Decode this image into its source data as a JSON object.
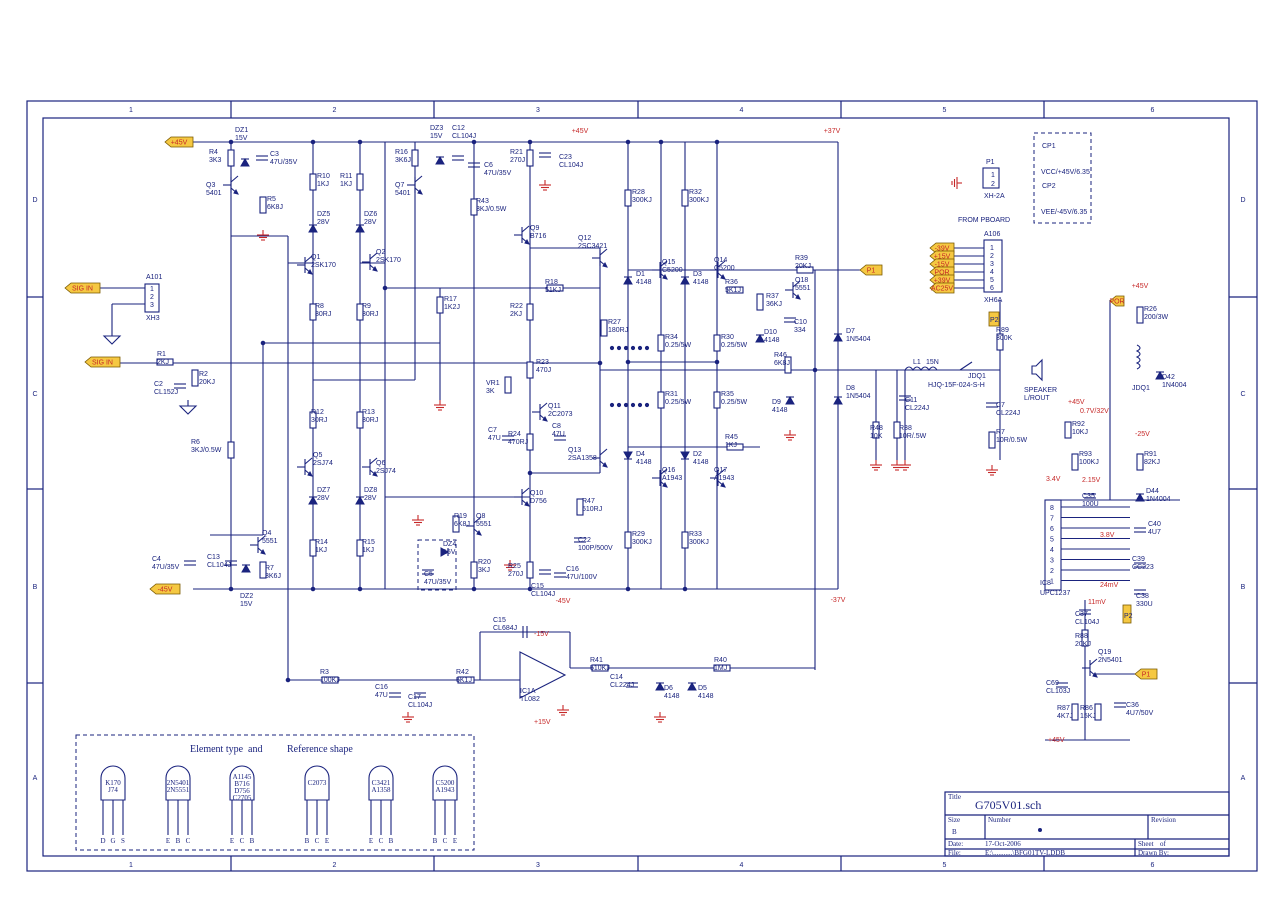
{
  "frame": {
    "columns": [
      "1",
      "2",
      "3",
      "4",
      "5",
      "6"
    ],
    "rows": [
      "D",
      "C",
      "B",
      "A"
    ]
  },
  "ports": {
    "vplus_top_left": "+45V",
    "vminus_bottom_left": "-45V",
    "sig_in_1": "SIG IN",
    "sig_in_2": "SIG IN",
    "p1_out": "P1",
    "p1_right": "P1",
    "por": "POR",
    "p2": "P2"
  },
  "rails": {
    "plus45_q9": "+45V",
    "plus37": "+37V",
    "minus37": "-37V",
    "minus45_q10": "-45V",
    "plus15": "+15V",
    "minus15": "-15V",
    "plus45_right": "+45V",
    "minus25": "-25V",
    "plus45_bottom": "+45V",
    "plus45_r26": "+45V"
  },
  "connectors": {
    "a101": {
      "ref": "A101",
      "pins": [
        "1",
        "2",
        "3"
      ],
      "part": "XH3"
    },
    "p1": {
      "ref": "P1",
      "pins": [
        "1",
        "2"
      ],
      "part": "XH-2A"
    },
    "a106": {
      "ref": "A106",
      "pins": [
        "1",
        "2",
        "3",
        "4",
        "5",
        "6"
      ],
      "part": "XH6A",
      "signals": [
        "-39V",
        "+15V",
        "-15V",
        "POR",
        "+39V",
        "AC25V"
      ]
    },
    "from_board": "FROM PBOARD",
    "cp1": {
      "ref": "CP1",
      "label": "VCC/+45V/6.35"
    },
    "cp2": {
      "ref": "CP2",
      "label": "VEE/-45V/6.35"
    },
    "p2_tag": "P2"
  },
  "components": [
    {
      "ref": "R4",
      "value": "3K3"
    },
    {
      "ref": "DZ1",
      "value": "15V"
    },
    {
      "ref": "C3",
      "value": "47U/35V"
    },
    {
      "ref": "Q3",
      "value": "5401"
    },
    {
      "ref": "R5",
      "value": "6K8J"
    },
    {
      "ref": "R10",
      "value": "1KJ"
    },
    {
      "ref": "R11",
      "value": "1KJ"
    },
    {
      "ref": "DZ5",
      "value": "28V"
    },
    {
      "ref": "DZ6",
      "value": "28V"
    },
    {
      "ref": "Q1",
      "value": "2SK170"
    },
    {
      "ref": "Q2",
      "value": "2SK170"
    },
    {
      "ref": "R8",
      "value": "30RJ"
    },
    {
      "ref": "R9",
      "value": "30RJ"
    },
    {
      "ref": "R16",
      "value": "3K6J"
    },
    {
      "ref": "DZ3",
      "value": "15V"
    },
    {
      "ref": "C12",
      "value": "CL104J"
    },
    {
      "ref": "C6",
      "value": "47U/35V"
    },
    {
      "ref": "Q7",
      "value": "5401"
    },
    {
      "ref": "R43",
      "value": "3KJ/0.5W"
    },
    {
      "ref": "R17",
      "value": "1K2J"
    },
    {
      "ref": "R21",
      "value": "270J"
    },
    {
      "ref": "C23",
      "value": "CL104J"
    },
    {
      "ref": "Q9",
      "value": "B716"
    },
    {
      "ref": "Q12",
      "value": "2SC3421"
    },
    {
      "ref": "R18",
      "value": "51KJ"
    },
    {
      "ref": "R22",
      "value": "2KJ"
    },
    {
      "ref": "R23",
      "value": "470J"
    },
    {
      "ref": "VR1",
      "value": "3K"
    },
    {
      "ref": "Q11",
      "value": "2C2073"
    },
    {
      "ref": "C7",
      "value": "47U"
    },
    {
      "ref": "R24",
      "value": "470RJ"
    },
    {
      "ref": "C8",
      "value": "47U"
    },
    {
      "ref": "Q13",
      "value": "2SA1358"
    },
    {
      "ref": "Q10",
      "value": "D756"
    },
    {
      "ref": "R47",
      "value": "510RJ"
    },
    {
      "ref": "C22",
      "value": "100P/500V"
    },
    {
      "ref": "R25",
      "value": "270J"
    },
    {
      "ref": "C15",
      "value": "CL104J"
    },
    {
      "ref": "C16",
      "value": "47U/100V"
    },
    {
      "ref": "R28",
      "value": "300KJ"
    },
    {
      "ref": "R32",
      "value": "300KJ"
    },
    {
      "ref": "Q15",
      "value": "C5200"
    },
    {
      "ref": "Q14",
      "value": "C5200"
    },
    {
      "ref": "D1",
      "value": "4148"
    },
    {
      "ref": "D3",
      "value": "4148"
    },
    {
      "ref": "R27",
      "value": "180RJ"
    },
    {
      "ref": "R34",
      "value": "0.25/5W"
    },
    {
      "ref": "R30",
      "value": "0.25/5W"
    },
    {
      "ref": "R31",
      "value": "0.25/5W"
    },
    {
      "ref": "R35",
      "value": "0.25/5W"
    },
    {
      "ref": "D4",
      "value": "4148"
    },
    {
      "ref": "D2",
      "value": "4148"
    },
    {
      "ref": "Q16",
      "value": "A1943"
    },
    {
      "ref": "Q17",
      "value": "A1943"
    },
    {
      "ref": "R29",
      "value": "300KJ"
    },
    {
      "ref": "R33",
      "value": "300KJ"
    },
    {
      "ref": "R39",
      "value": "20KJ"
    },
    {
      "ref": "R36",
      "value": "5K1J"
    },
    {
      "ref": "R37",
      "value": "36KJ"
    },
    {
      "ref": "Q18",
      "value": "5551"
    },
    {
      "ref": "C10",
      "value": "334"
    },
    {
      "ref": "D10",
      "value": "4148"
    },
    {
      "ref": "R46",
      "value": "6K8J"
    },
    {
      "ref": "D9",
      "value": "4148"
    },
    {
      "ref": "R45",
      "value": "1KJ"
    },
    {
      "ref": "D7",
      "value": "1N5404"
    },
    {
      "ref": "D8",
      "value": "1N5404"
    },
    {
      "ref": "L1",
      "value": "15N"
    },
    {
      "ref": "C11",
      "value": "CL224J"
    },
    {
      "ref": "R48",
      "value": "10K"
    },
    {
      "ref": "R38",
      "value": "10R/.5W"
    },
    {
      "ref": "JDQ1",
      "value": "HJQ-15F-024-S-H"
    },
    {
      "ref": "R89",
      "value": "300K"
    },
    {
      "ref": "C7",
      "value": "CL224J"
    },
    {
      "ref": "R7",
      "value": "10R/0.5W"
    },
    {
      "ref": "SPEAKER",
      "value": "L/ROUT"
    },
    {
      "ref": "R1",
      "value": "2KJ"
    },
    {
      "ref": "R2",
      "value": "20KJ"
    },
    {
      "ref": "C2",
      "value": "CL152J"
    },
    {
      "ref": "R6",
      "value": "3KJ/0.5W"
    },
    {
      "ref": "R12",
      "value": "30RJ"
    },
    {
      "ref": "R13",
      "value": "30RJ"
    },
    {
      "ref": "Q5",
      "value": "2SJ74"
    },
    {
      "ref": "Q6",
      "value": "2SJ74"
    },
    {
      "ref": "DZ7",
      "value": "28V"
    },
    {
      "ref": "DZ8",
      "value": "28V"
    },
    {
      "ref": "R14",
      "value": "1KJ"
    },
    {
      "ref": "R15",
      "value": "1KJ"
    },
    {
      "ref": "R19",
      "value": "6K8J"
    },
    {
      "ref": "Q8",
      "value": "5551"
    },
    {
      "ref": "DZ4",
      "value": "15V"
    },
    {
      "ref": "C5",
      "value": "47U/35V"
    },
    {
      "ref": "R20",
      "value": "3KJ"
    },
    {
      "ref": "Q4",
      "value": "5551"
    },
    {
      "ref": "C4",
      "value": "47U/35V"
    },
    {
      "ref": "C13",
      "value": "CL104J"
    },
    {
      "ref": "R7",
      "value": "3K6J"
    },
    {
      "ref": "DZ2",
      "value": "15V"
    },
    {
      "ref": "C15",
      "value": "CL684J"
    },
    {
      "ref": "IC1A",
      "value": "TL082"
    },
    {
      "ref": "R3",
      "value": "100KJ"
    },
    {
      "ref": "R42",
      "value": "5K1J"
    },
    {
      "ref": "C16",
      "value": "47U"
    },
    {
      "ref": "C17",
      "value": "CL104J"
    },
    {
      "ref": "R41",
      "value": "510KJ"
    },
    {
      "ref": "C14",
      "value": "CL224J"
    },
    {
      "ref": "D6",
      "value": "4148"
    },
    {
      "ref": "D5",
      "value": "4148"
    },
    {
      "ref": "R40",
      "value": "1MJ"
    },
    {
      "ref": "R26",
      "value": "200/3W"
    },
    {
      "ref": "D42",
      "value": "1N4004"
    },
    {
      "ref": "JDQ1",
      "value": ""
    },
    {
      "ref": "R92",
      "value": "10KJ"
    },
    {
      "ref": "R93",
      "value": "100KJ"
    },
    {
      "ref": "C35",
      "value": "100U"
    },
    {
      "ref": "R91",
      "value": "82KJ"
    },
    {
      "ref": "D44",
      "value": "1N4004"
    },
    {
      "ref": "C40",
      "value": "4U7"
    },
    {
      "ref": "C39",
      "value": "CC223"
    },
    {
      "ref": "C38",
      "value": "330U"
    },
    {
      "ref": "IC8",
      "value": "UPC1237"
    },
    {
      "ref": "C37",
      "value": "CL104J"
    },
    {
      "ref": "R88",
      "value": "20KJ"
    },
    {
      "ref": "Q19",
      "value": "2N5401"
    },
    {
      "ref": "C69",
      "value": "CL103J"
    },
    {
      "ref": "R87",
      "value": "4K7J"
    },
    {
      "ref": "R86",
      "value": "15KJ"
    },
    {
      "ref": "C36",
      "value": "4U7/50V"
    }
  ],
  "measurements": {
    "v_0_7": "0.7V/32V",
    "v_2_15": "2.15V",
    "v_3_4": "3.4V",
    "v_3_8": "3.8V",
    "v_24mv": "24mV",
    "v_11mv": "11mV"
  },
  "ic8": {
    "label": "UPC1237",
    "pins": [
      "8",
      "7",
      "6",
      "5",
      "4",
      "3",
      "2",
      "1"
    ]
  },
  "legend": {
    "title_left": "Element type",
    "title_and": "and",
    "title_right": "Reference shape",
    "packages": [
      {
        "labels": [
          "K170",
          "J74"
        ],
        "pins": [
          "D",
          "G",
          "S"
        ]
      },
      {
        "labels": [
          "2N5401",
          "2N5551"
        ],
        "pins": [
          "E",
          "B",
          "C"
        ]
      },
      {
        "labels": [
          "A1145",
          "B716",
          "D756",
          "C2705"
        ],
        "pins": [
          "E",
          "C",
          "B"
        ]
      },
      {
        "labels": [
          "C2073"
        ],
        "pins": [
          "B",
          "C",
          "E"
        ]
      },
      {
        "labels": [
          "C3421",
          "A1358"
        ],
        "pins": [
          "E",
          "C",
          "B"
        ]
      },
      {
        "labels": [
          "C5200",
          "A1943"
        ],
        "pins": [
          "B",
          "C",
          "E"
        ]
      }
    ]
  },
  "title_block": {
    "title_label": "Title",
    "title": "G705V01.sch",
    "size_label": "Size",
    "size": "B",
    "number_label": "Number",
    "revision_label": "Revision",
    "date_label": "Date:",
    "date": "17-Oct-2006",
    "sheet_label": "Sheet",
    "of_label": "of",
    "file_label": "File:",
    "file": "E:\\...........\\BFG01TV-LDDB",
    "drawn_label": "Drawn By:"
  }
}
